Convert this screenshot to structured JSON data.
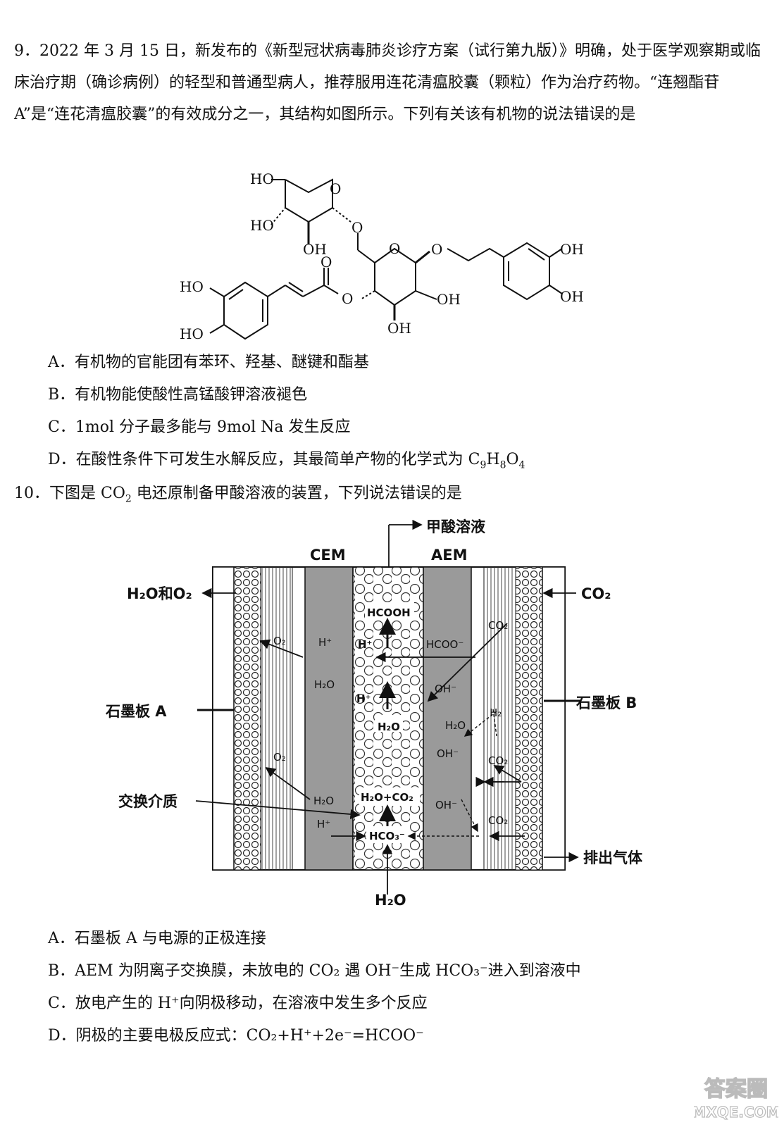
{
  "q9": {
    "stem": "9．2022 年 3 月 15 日，新发布的《新型冠状病毒肺炎诊疗方案（试行第九版）》明确，处于医学观察期或临床治疗期（确诊病例）的轻型和普通型病人，推荐服用连花清瘟胶囊（颗粒）作为治疗药物。“连翘酯苷 A”是“连花清瘟胶囊”的有效成分之一，其结构如图所示。下列有关该有机物的说法错误的是",
    "structure_labels": {
      "ho1": "HO",
      "ho2": "HO",
      "oh1": "OH",
      "o_ring1": "O",
      "o_link1": "O",
      "o_ring2": "O",
      "o_link2": "O",
      "oh_r1": "OH",
      "oh_r2": "OH",
      "o_carbonyl": "O",
      "o_ester": "O",
      "oh_c3": "OH",
      "oh_c4": "OH",
      "ho_l1": "HO",
      "ho_l2": "HO"
    },
    "options": [
      {
        "key": "A．",
        "text": "有机物的官能团有苯环、羟基、醚键和酯基"
      },
      {
        "key": "B．",
        "text": "有机物能使酸性高锰酸钾溶液褪色"
      },
      {
        "key": "C．",
        "text": "1mol 分子最多能与 9mol Na 发生反应"
      },
      {
        "key": "D．",
        "text": "在酸性条件下可发生水解反应，其最简单产物的化学式为 C",
        "formula": [
          "9",
          "H",
          "8",
          "O",
          "4"
        ]
      }
    ]
  },
  "q10": {
    "stem_prefix": "10．下图是 CO",
    "stem_sub": "2",
    "stem_suffix": " 电还原制备甲酸溶液的装置，下列说法错误的是",
    "diagram": {
      "formic_out": "甲酸溶液",
      "cem": "CEM",
      "aem": "AEM",
      "h2o_o2": "H₂O和O₂",
      "co2_in": "CO₂",
      "plate_a": "石墨板 A",
      "plate_b": "石墨板 B",
      "medium": "交换介质",
      "exhaust": "排出气体",
      "h2o_in": "H₂O",
      "hcooh": "HCOOH",
      "h_plus": "H⁺",
      "hcoo": "HCOO⁻",
      "oh": "OH⁻",
      "h2o": "H₂O",
      "o2": "O₂",
      "h2": "H₂",
      "co2": "CO₂",
      "h2o_co2": "H₂O+CO₂",
      "hco3": "HCO₃⁻"
    },
    "options": [
      {
        "key": "A．",
        "text": "石墨板 A 与电源的正极连接"
      },
      {
        "key": "B．",
        "text": "AEM 为阴离子交换膜，未放电的 CO₂ 遇 OH⁻生成 HCO₃⁻进入到溶液中"
      },
      {
        "key": "C．",
        "text": "放电产生的 H⁺向阴极移动，在溶液中发生多个反应"
      },
      {
        "key": "D．",
        "text": "阴极的主要电极反应式：CO₂+H⁺+2e⁻=HCOO⁻"
      }
    ]
  },
  "watermark": {
    "line1": "答案圈",
    "line2": "MXQE.COM"
  }
}
